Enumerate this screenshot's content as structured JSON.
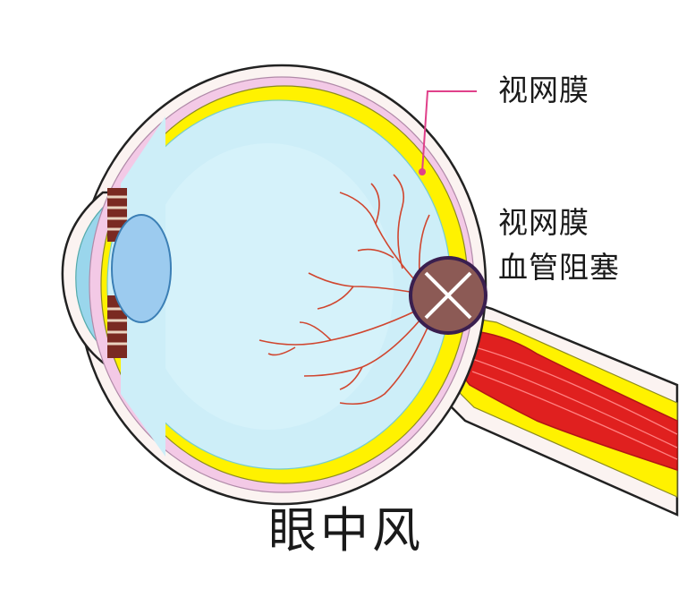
{
  "labels": {
    "retina": "视网膜",
    "occlusion_line1": "视网膜",
    "occlusion_line2": "血管阻塞"
  },
  "title": "眼中风",
  "colors": {
    "sclera": "#fbf3f1",
    "choroid": "#f3c9e6",
    "retina": "#fff200",
    "vitreous": "#cdeef8",
    "vessel": "#e0201f",
    "blockage": "#8c5a55",
    "pointer": "#e0408a"
  }
}
